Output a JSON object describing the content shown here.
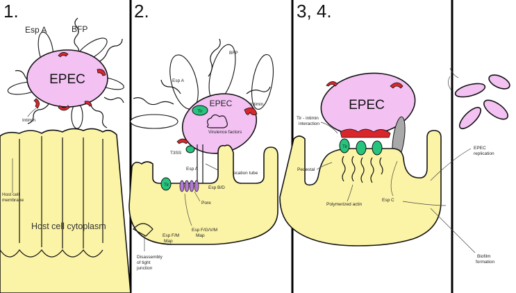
{
  "panels": {
    "p1": {
      "number": "1.",
      "epec": "EPEC",
      "esp_a": "Esp A",
      "bfp": "BFP",
      "intimin": "Intimin",
      "host_membrane_line1": "Host cell",
      "host_membrane_line2": "membrane",
      "cytoplasm": "Host cell cytoplasm"
    },
    "p2": {
      "number": "2.",
      "epec": "EPEC",
      "bfp": "BFP",
      "esp_a": "Esp A",
      "tir": "Tir",
      "intimin": "Intimin",
      "virulence": "Virulence factors",
      "t3ss": "T3SS",
      "esp_a2": "Esp A",
      "translocation": "Translocation tube",
      "esp_bd": "Esp B/D",
      "pore": "Pore",
      "esp_fgvm_line1": "Esp F/G/V/M",
      "esp_fgvm_line2": "Map",
      "esp_fm_line1": "Esp F/M",
      "esp_fm_line2": "Map",
      "disassembly_line1": "Disassembly",
      "disassembly_line2": "of tight",
      "disassembly_line3": "junction",
      "tir_small": "Tir"
    },
    "p3": {
      "number": "3, 4.",
      "epec": "EPEC",
      "tir_intimin_line1": "Tir - intimin",
      "tir_intimin_line2": "interaction",
      "tir_label": "Tir",
      "pedestal": "Pedestal",
      "polymerized_actin": "Polymerized actin",
      "esp_c": "Esp C"
    },
    "p4": {
      "epec_rep_line1": "EPEC",
      "epec_rep_line2": "replication",
      "biofilm_line1": "Biofilm",
      "biofilm_line2": "formation"
    }
  },
  "colors": {
    "epec_fill": "#f3c2f3",
    "host_cell_fill": "#fbf3a5",
    "intimin_red": "#d9262b",
    "tir_green": "#26c47e",
    "pore_purple": "#b27ad6",
    "espc_grey": "#a9a9a9"
  }
}
